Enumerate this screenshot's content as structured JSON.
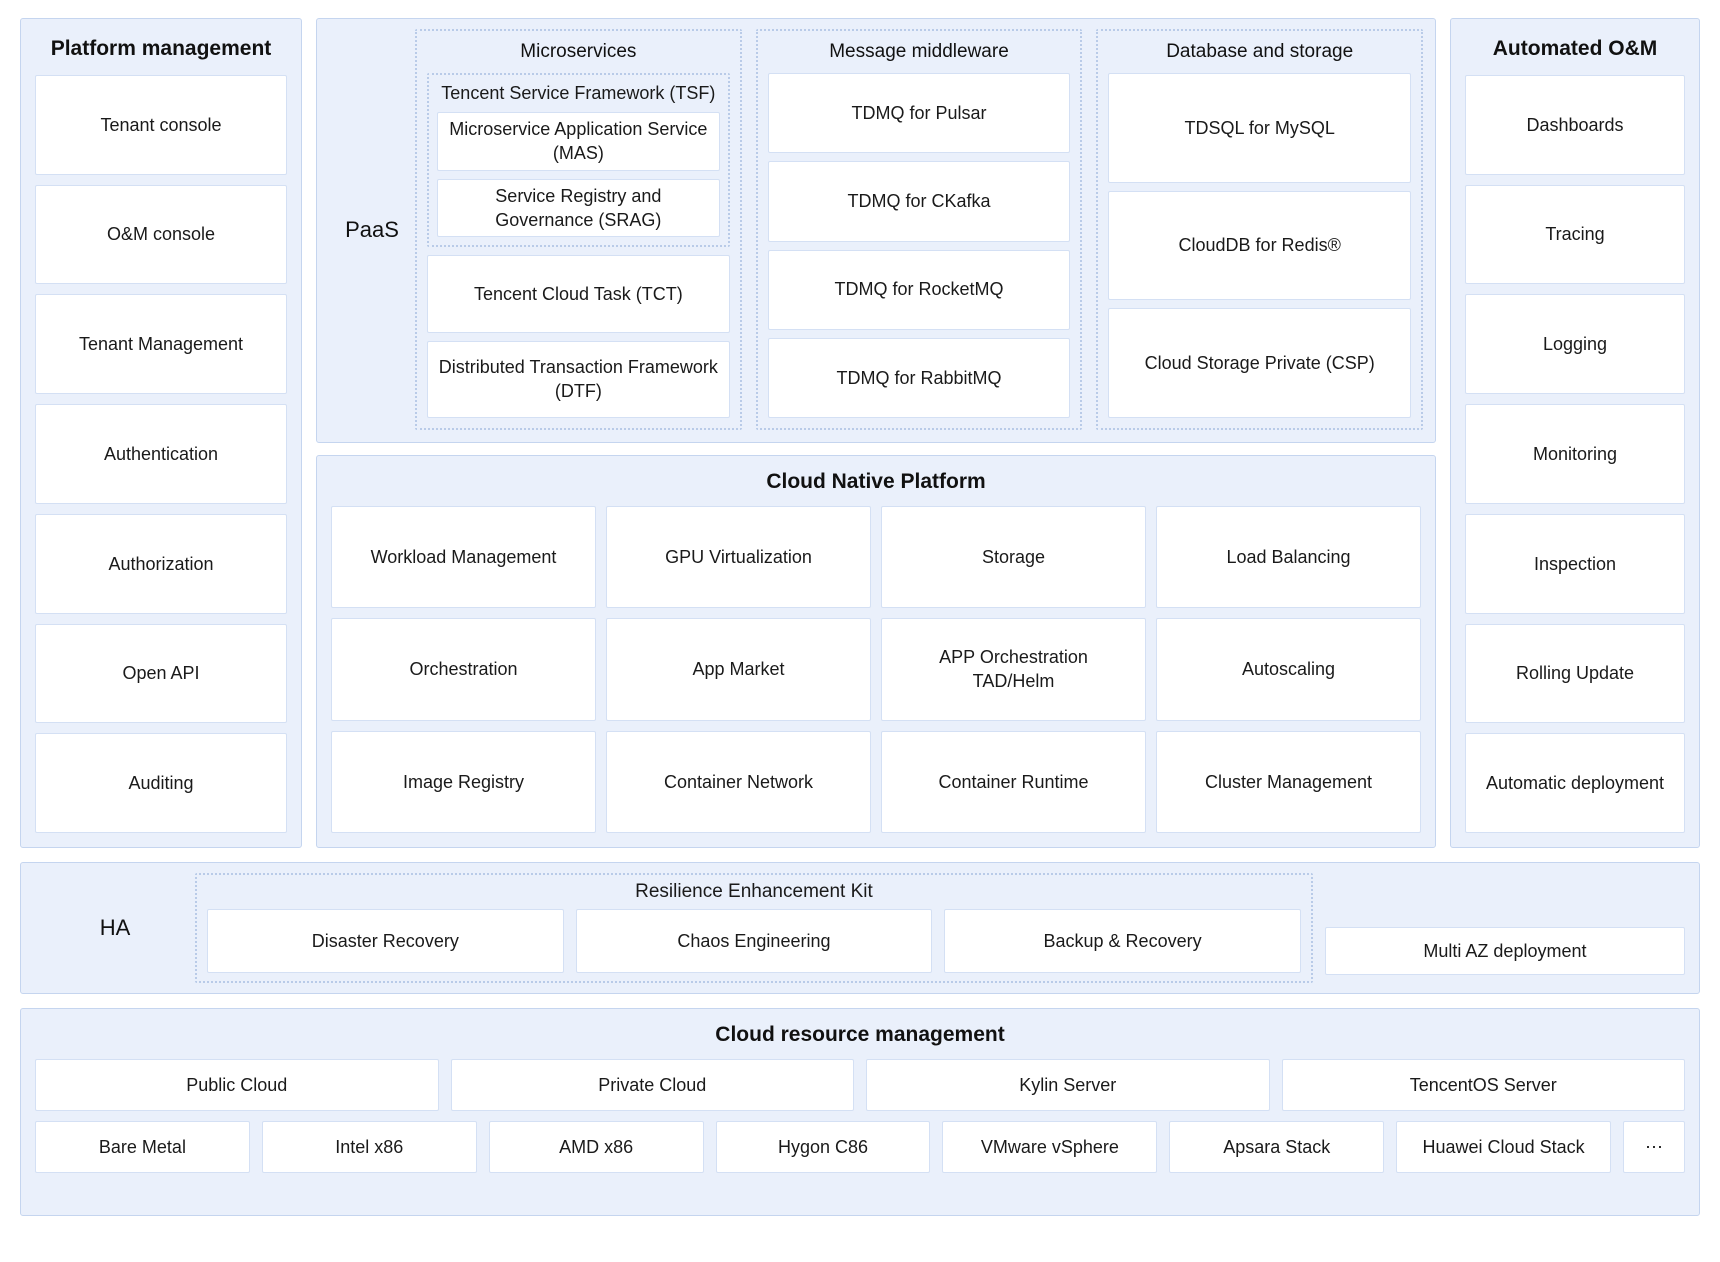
{
  "platform_management": {
    "title": "Platform management",
    "items": [
      "Tenant console",
      "O&M console",
      "Tenant Management",
      "Authentication",
      "Authorization",
      "Open API",
      "Auditing"
    ]
  },
  "paas": {
    "label": "PaaS",
    "groups": [
      {
        "title": "Microservices",
        "tsf": {
          "title": "Tencent Service Framework (TSF)",
          "items": [
            "Microservice Application Service (MAS)",
            "Service Registry and Governance (SRAG)"
          ]
        },
        "items": [
          "Tencent Cloud Task (TCT)",
          "Distributed Transaction Framework (DTF)"
        ]
      },
      {
        "title": "Message middleware",
        "items": [
          "TDMQ for Pulsar",
          "TDMQ for CKafka",
          "TDMQ for RocketMQ",
          "TDMQ for RabbitMQ"
        ]
      },
      {
        "title": "Database and storage",
        "items": [
          "TDSQL for MySQL",
          "CloudDB for Redis®",
          "Cloud Storage Private (CSP)"
        ]
      }
    ]
  },
  "cloud_native_platform": {
    "title": "Cloud Native Platform",
    "items": [
      "Workload Management",
      "GPU Virtualization",
      "Storage",
      "Load Balancing",
      "Orchestration",
      "App Market",
      "APP Orchestration\nTAD/Helm",
      "Autoscaling",
      "Image Registry",
      "Container Network",
      "Container Runtime",
      "Cluster Management"
    ]
  },
  "automated_oam": {
    "title": "Automated O&M",
    "items": [
      "Dashboards",
      "Tracing",
      "Logging",
      "Monitoring",
      "Inspection",
      "Rolling Update",
      "Automatic deployment"
    ]
  },
  "ha": {
    "label": "HA",
    "resilience_kit": {
      "title": "Resilience Enhancement Kit",
      "items": [
        "Disaster Recovery",
        "Chaos Engineering",
        "Backup & Recovery"
      ]
    },
    "extra": "Multi AZ deployment"
  },
  "cloud_resource_management": {
    "title": "Cloud resource management",
    "row1": [
      "Public Cloud",
      "Private Cloud",
      "Kylin Server",
      "TencentOS Server"
    ],
    "row2": [
      "Bare Metal",
      "Intel x86",
      "AMD x86",
      "Hygon C86",
      "VMware vSphere",
      "Apsara Stack",
      "Huawei Cloud Stack",
      "⋯"
    ]
  },
  "colors": {
    "panel_bg": "#eaf0fb",
    "panel_border": "#c5d5ef",
    "card_bg": "#ffffff",
    "card_border": "#d4e0f4",
    "dotted_border": "#b9cbe8",
    "text": "#1a1a1a"
  }
}
